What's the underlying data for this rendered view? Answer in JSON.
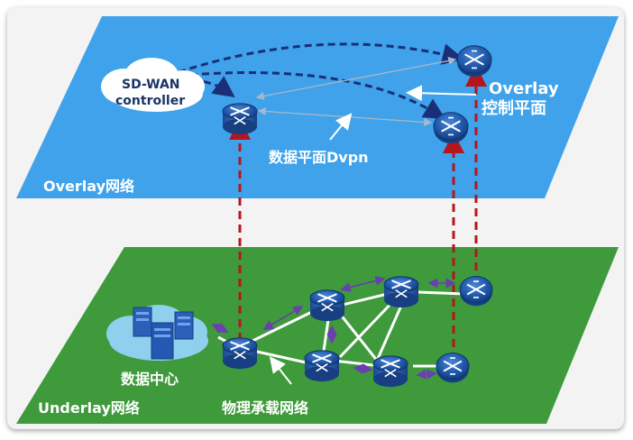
{
  "overlay_plane": {
    "title": "Overlay网络",
    "controller_label_line1": "SD-WAN",
    "controller_label_line2": "controller",
    "control_plane_label_line1": "Overlay",
    "control_plane_label_line2": "控制平面",
    "data_plane_label": "数据平面Dvpn"
  },
  "underlay_plane": {
    "title": "Underlay网络",
    "datacenter_label": "数据中心",
    "physical_network_label": "物理承载网络"
  },
  "colors": {
    "overlay_blue": "#3fa2ea",
    "underlay_green": "#3e9a3a",
    "router_blue": "#1e4f9c",
    "dashed_red": "#b5161c",
    "dashed_navy": "#1a2f78",
    "link_purple": "#6a3fb0"
  }
}
